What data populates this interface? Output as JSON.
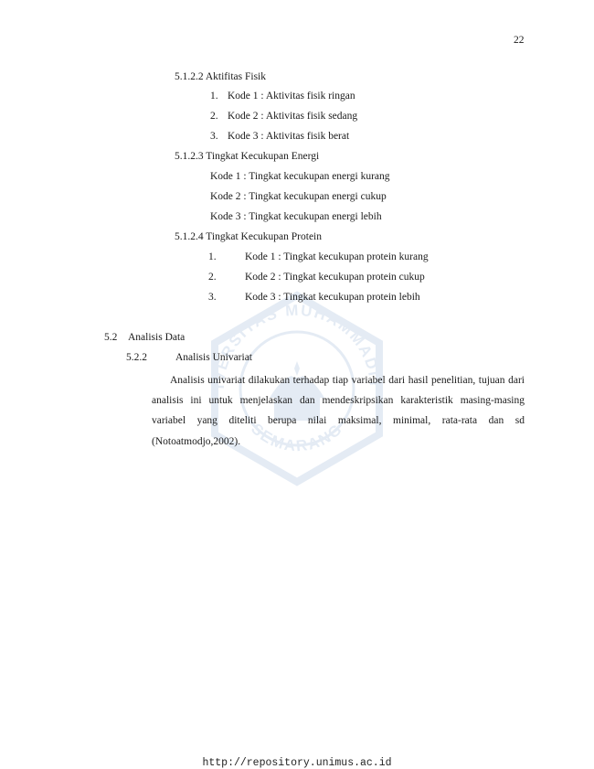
{
  "page_number": "22",
  "section_5122": {
    "heading": "5.1.2.2 Aktifitas Fisik",
    "items": [
      {
        "num": "1.",
        "text": "Kode 1 : Aktivitas fisik ringan"
      },
      {
        "num": "2.",
        "text": "Kode 2 : Aktivitas fisik sedang"
      },
      {
        "num": "3.",
        "text": "Kode 3 : Aktivitas fisik berat"
      }
    ]
  },
  "section_5123": {
    "heading": "5.1.2.3 Tingkat Kecukupan Energi",
    "items": [
      "Kode 1 : Tingkat kecukupan energi kurang",
      "Kode 2 : Tingkat kecukupan energi cukup",
      "Kode 3 : Tingkat kecukupan energi lebih"
    ]
  },
  "section_5124": {
    "heading": "5.1.2.4 Tingkat Kecukupan Protein",
    "items": [
      {
        "num": "1.",
        "text": "Kode 1 : Tingkat kecukupan protein kurang"
      },
      {
        "num": "2.",
        "text": "Kode 2 : Tingkat kecukupan protein cukup"
      },
      {
        "num": "3.",
        "text": "Kode 3 : Tingkat kecukupan protein lebih"
      }
    ]
  },
  "section_52": {
    "number": "5.2",
    "title": "Analisis Data"
  },
  "section_522": {
    "number": "5.2.2",
    "title": "Analisis Univariat",
    "paragraph": "Analisis univariat dilakukan terhadap tiap variabel dari hasil penelitian, tujuan dari analisis ini untuk menjelaskan dan mendeskripsikan karakteristik masing-masing variabel yang diteliti berupa nilai maksimal, minimal, rata-rata dan sd (Notoatmodjo,2002)."
  },
  "watermark": {
    "top_text": "UNIVERSITAS MUHAMMADIYAH",
    "bottom_text": "SEMARANG",
    "color": "#3a6fb0"
  },
  "footer_url": "http://repository.unimus.ac.id"
}
